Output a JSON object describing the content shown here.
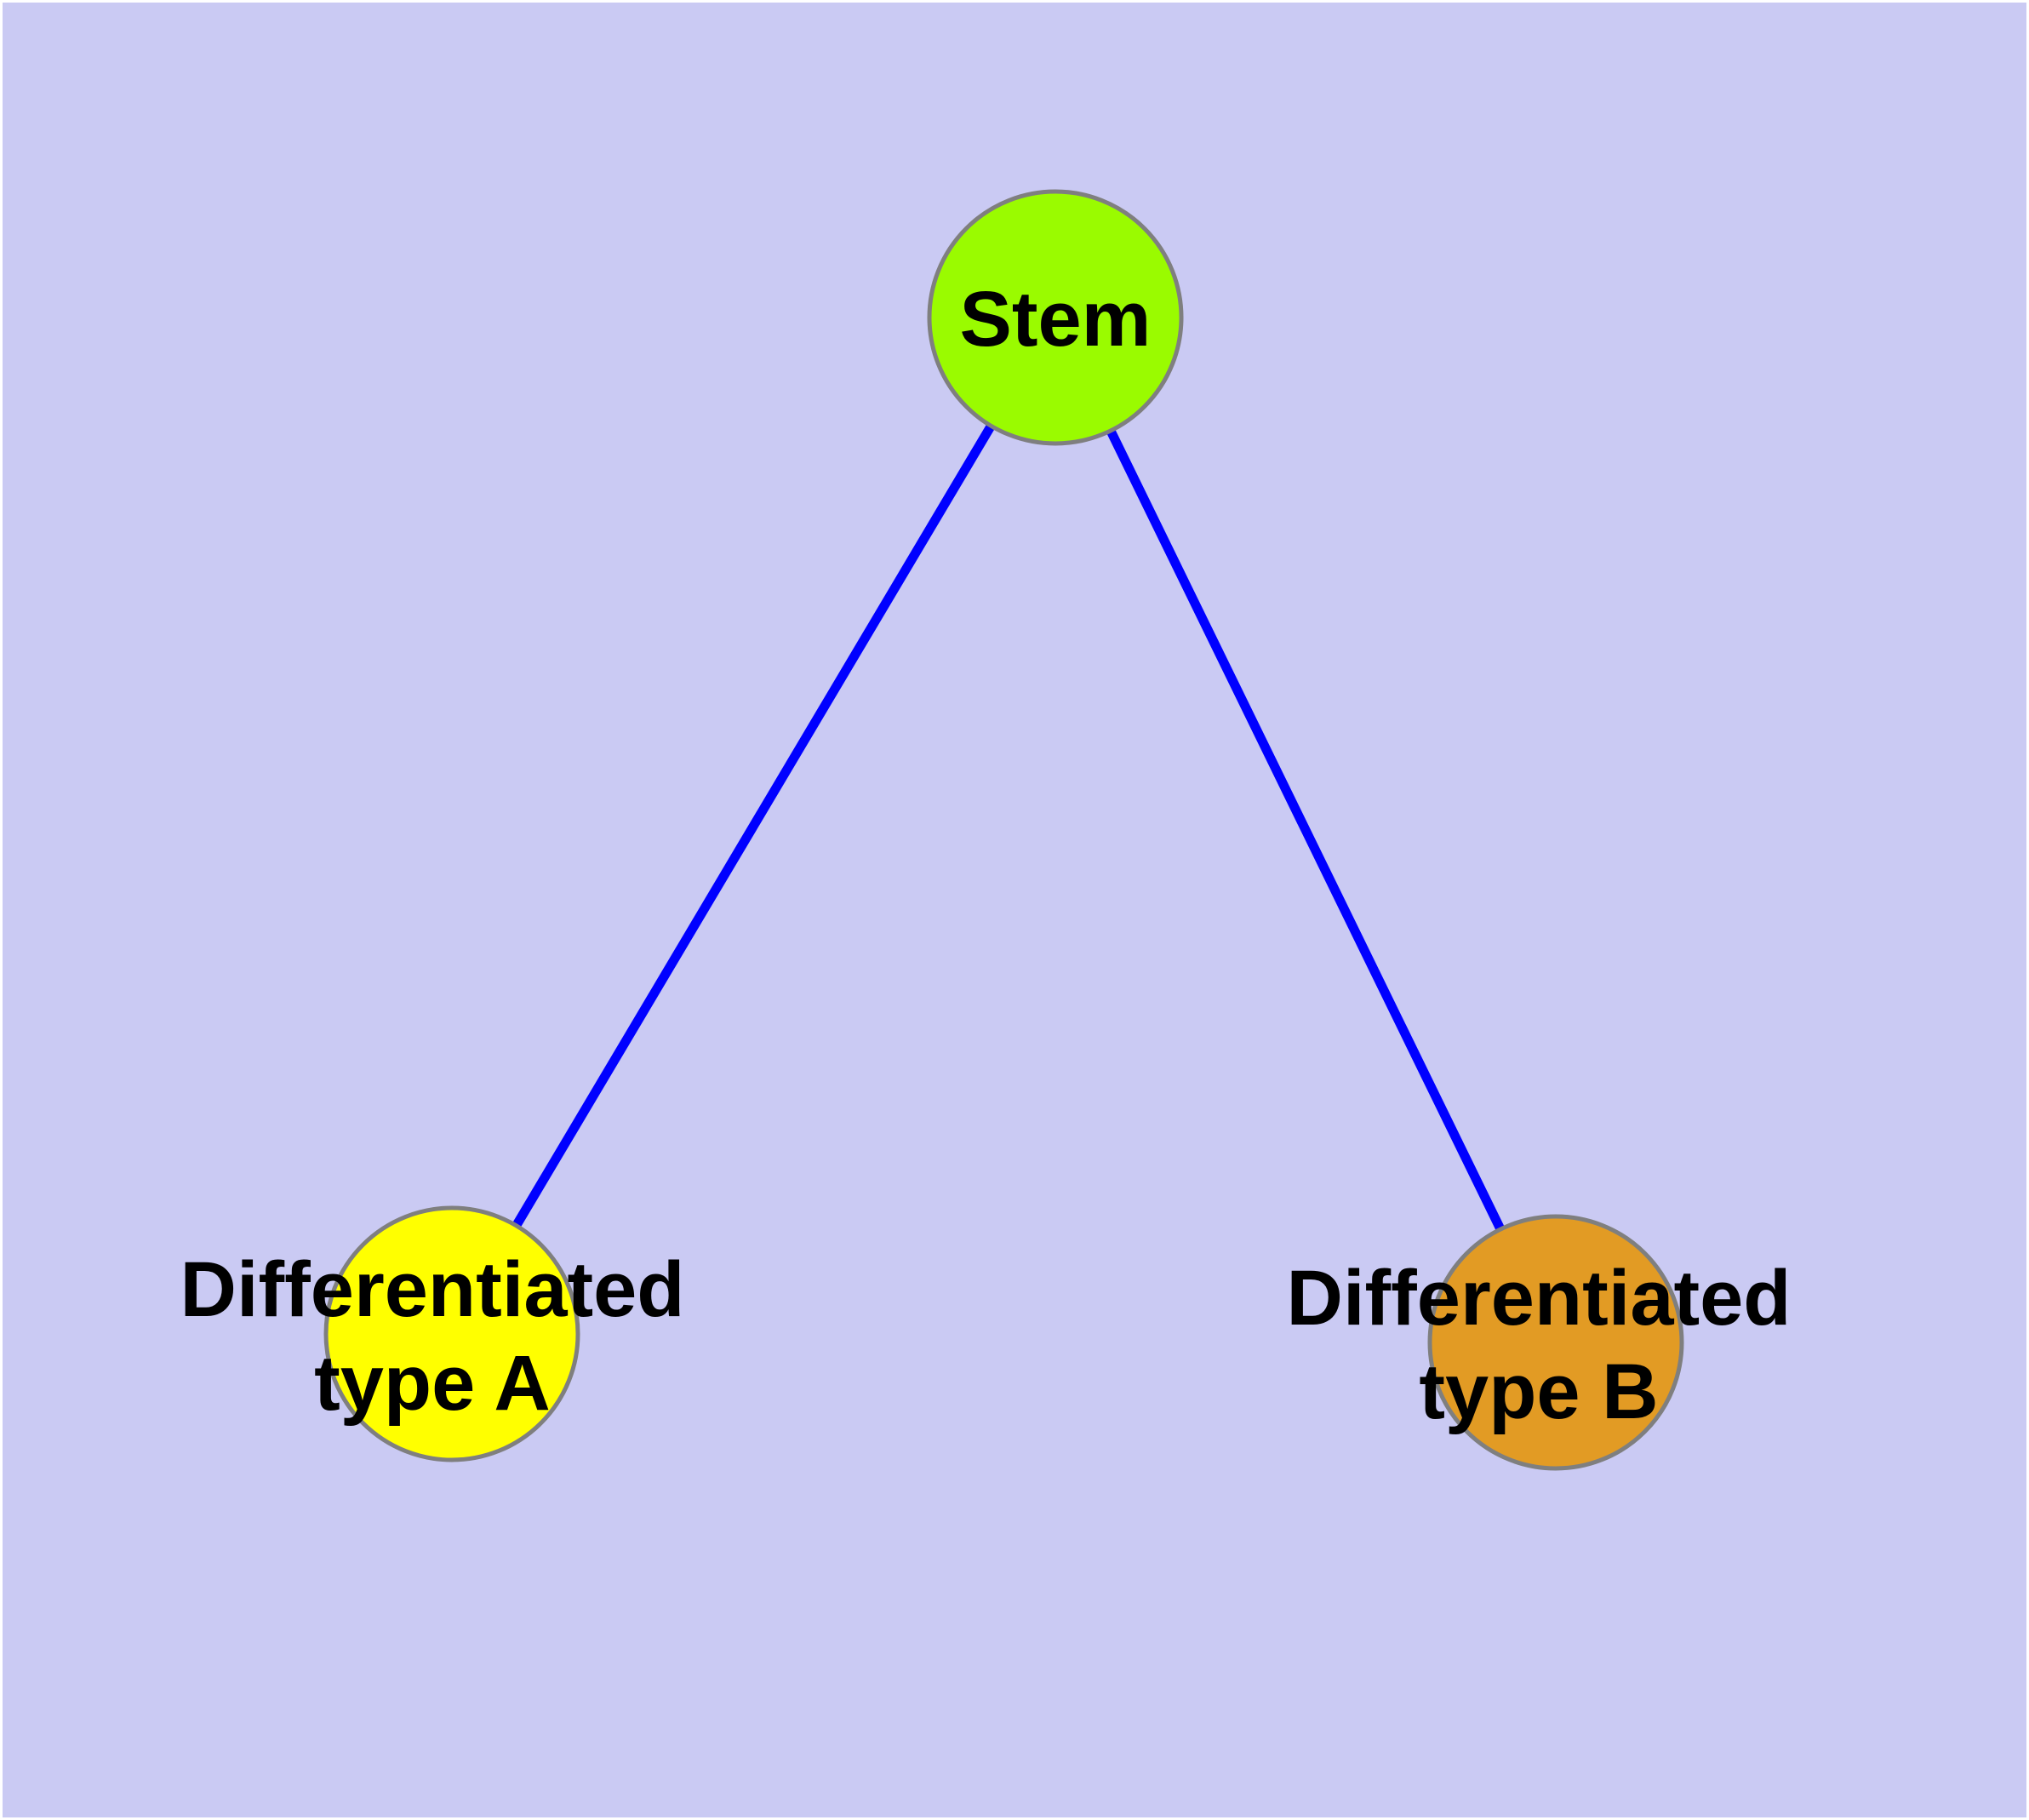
{
  "diagram": {
    "type": "node-link-graph",
    "background_color": "#CACAF3",
    "frame_color": "#FFFFFF",
    "edge_color": "#0000FF",
    "node_border_color": "#7F7F7F",
    "label_color": "#000000",
    "nodes": [
      {
        "id": "stem",
        "label": "Stem",
        "lines": [
          "Stem"
        ],
        "fill": "#9AFB00"
      },
      {
        "id": "differentiated-type-a",
        "label": "Differentiated type A",
        "lines": [
          "Differentiated",
          "type A"
        ],
        "fill": "#FFFF00"
      },
      {
        "id": "differentiated-type-b",
        "label": "Differentiated type B",
        "lines": [
          "Differentiated",
          "type B"
        ],
        "fill": "#E29B24"
      }
    ],
    "edges": [
      {
        "from": "stem",
        "to": "differentiated-type-a"
      },
      {
        "from": "stem",
        "to": "differentiated-type-b"
      }
    ]
  }
}
